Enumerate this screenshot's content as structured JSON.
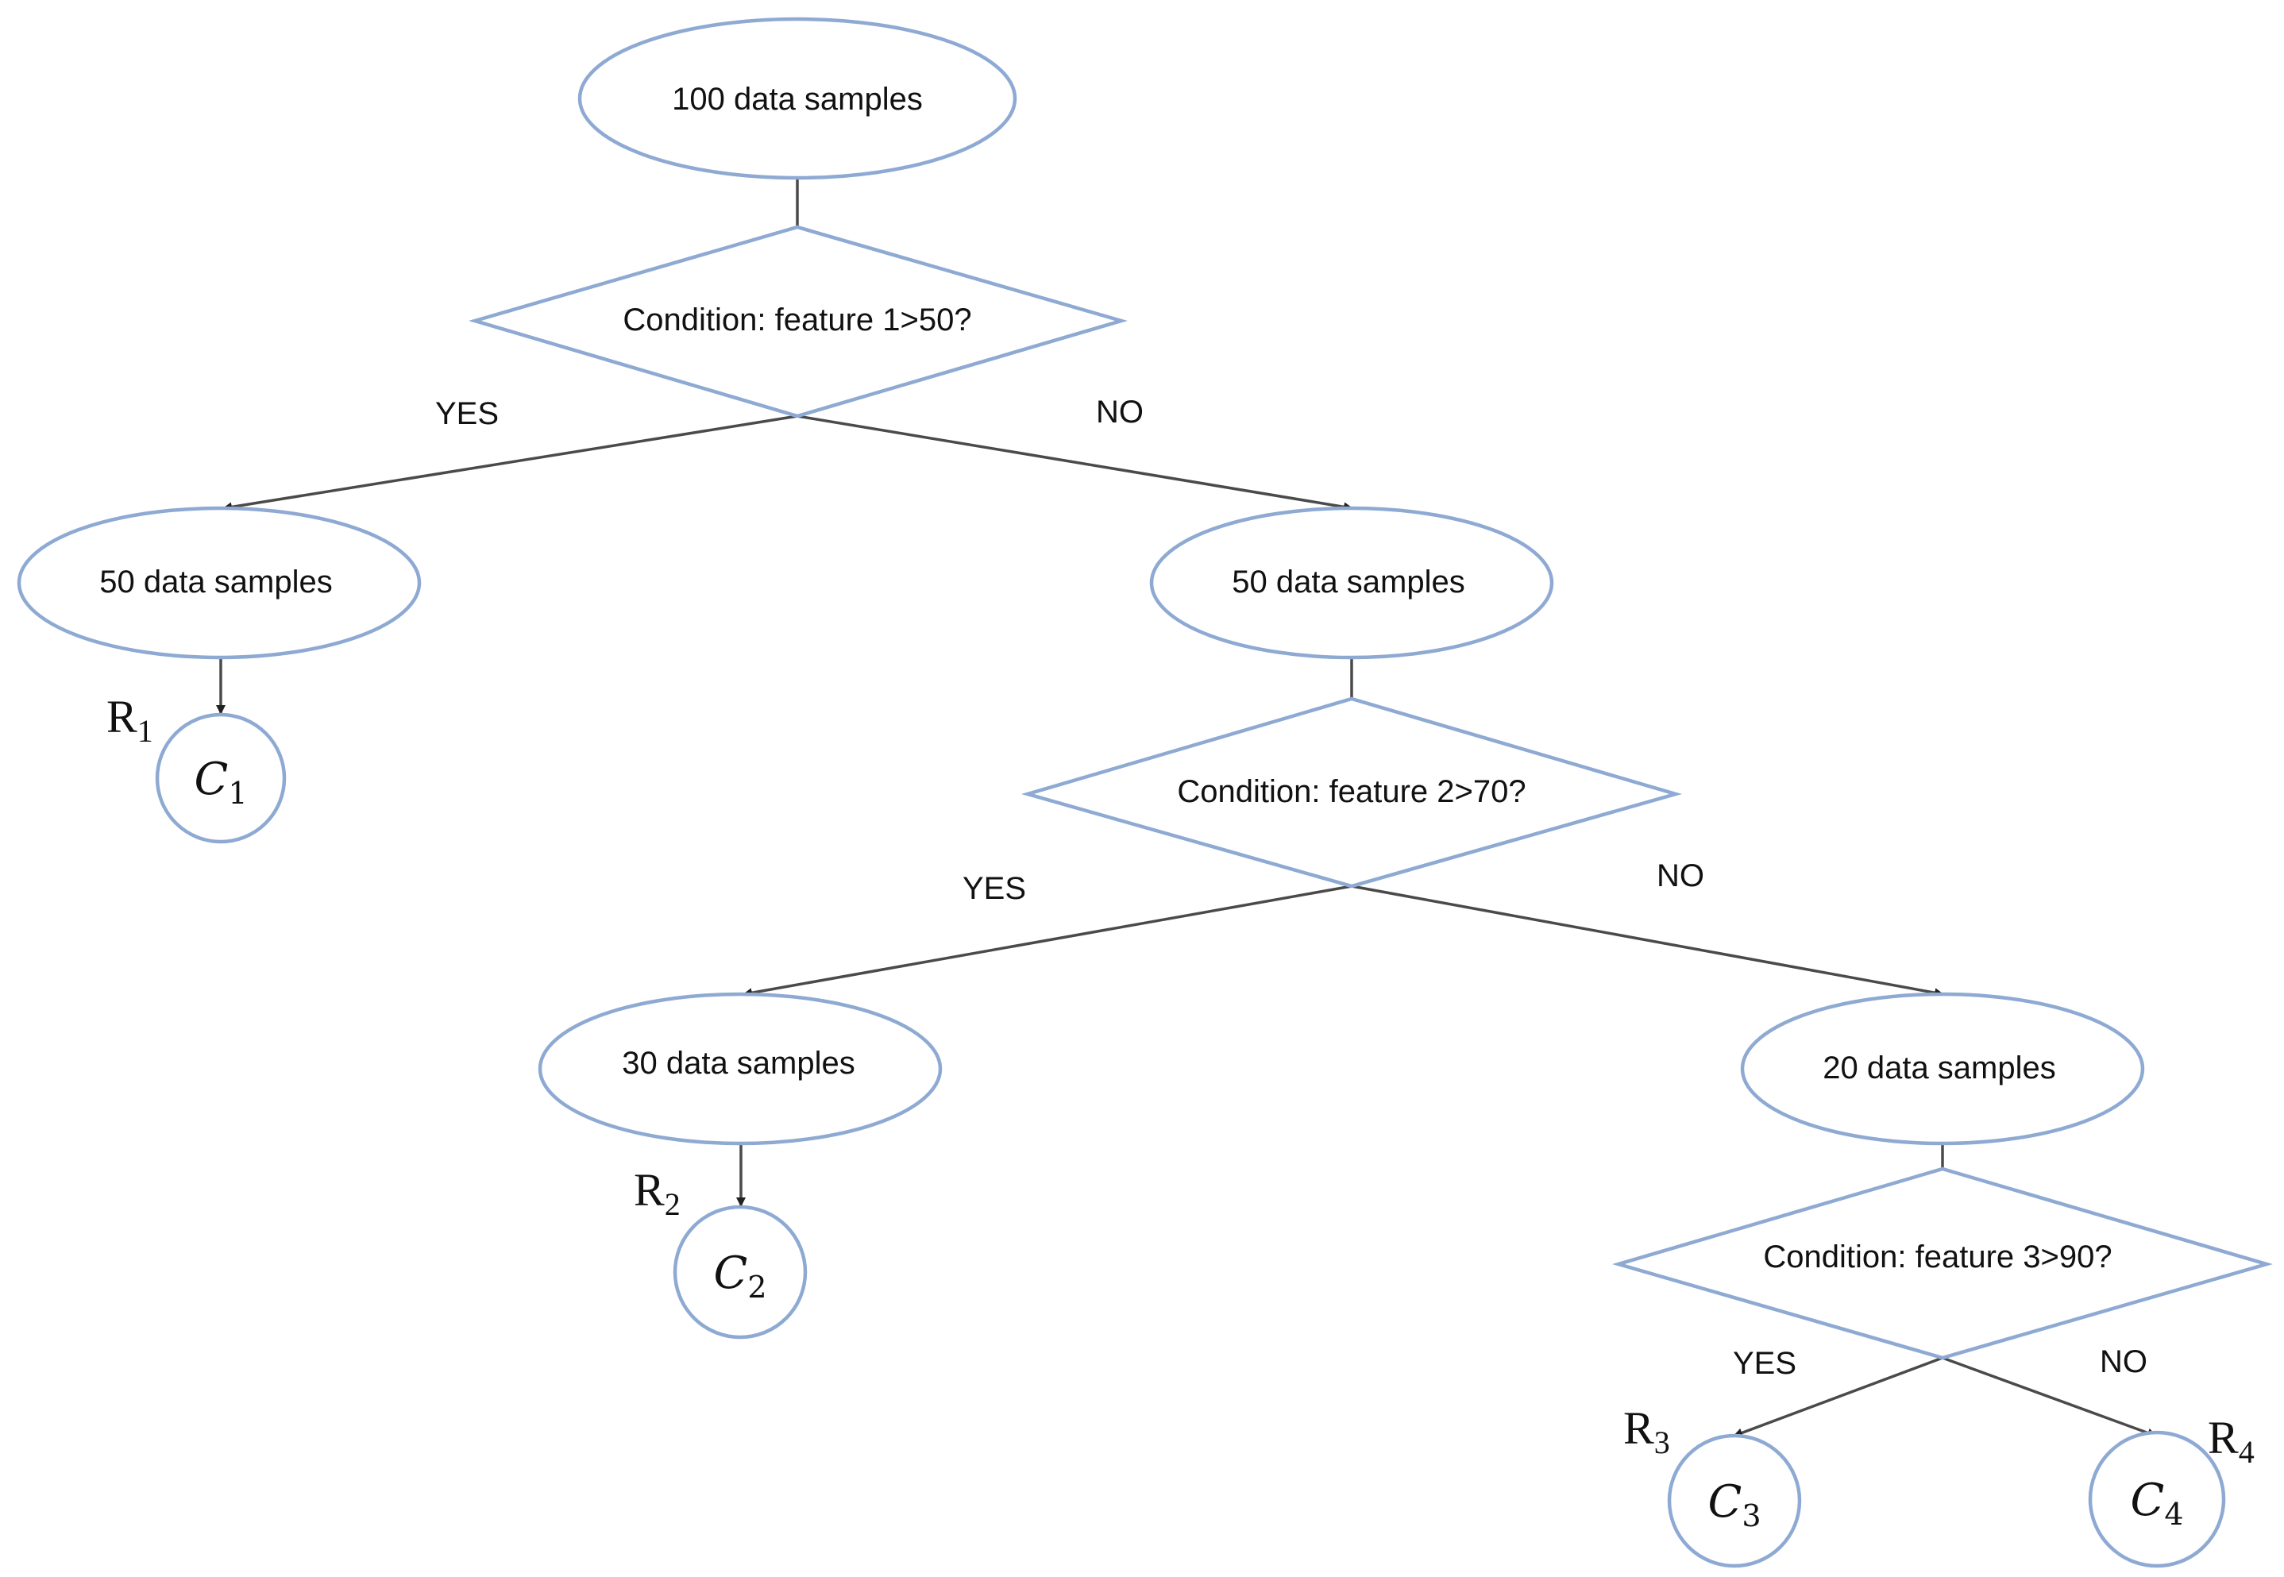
{
  "nodes": {
    "root": "100 data samples",
    "cond1": "Condition: feature 1>50?",
    "left1": "50 data samples",
    "right1": "50 data samples",
    "cond2": "Condition: feature 2>70?",
    "left2": "30 data samples",
    "right2": "20 data samples",
    "cond3": "Condition: feature 3>90?"
  },
  "edges": {
    "yes1": "YES",
    "no1": "NO",
    "yes2": "YES",
    "no2": "NO",
    "yes3": "YES",
    "no3": "NO"
  },
  "leaves": {
    "c1": {
      "letter": "C",
      "sub": "1",
      "region": "R",
      "rsub": "1"
    },
    "c2": {
      "letter": "C",
      "sub": "2",
      "region": "R",
      "rsub": "2"
    },
    "c3": {
      "letter": "C",
      "sub": "3",
      "region": "R",
      "rsub": "3"
    },
    "c4": {
      "letter": "C",
      "sub": "4",
      "region": "R",
      "rsub": "4"
    }
  },
  "colors": {
    "shape_stroke": "#8eaad3",
    "edge": "#4a4a4a"
  }
}
